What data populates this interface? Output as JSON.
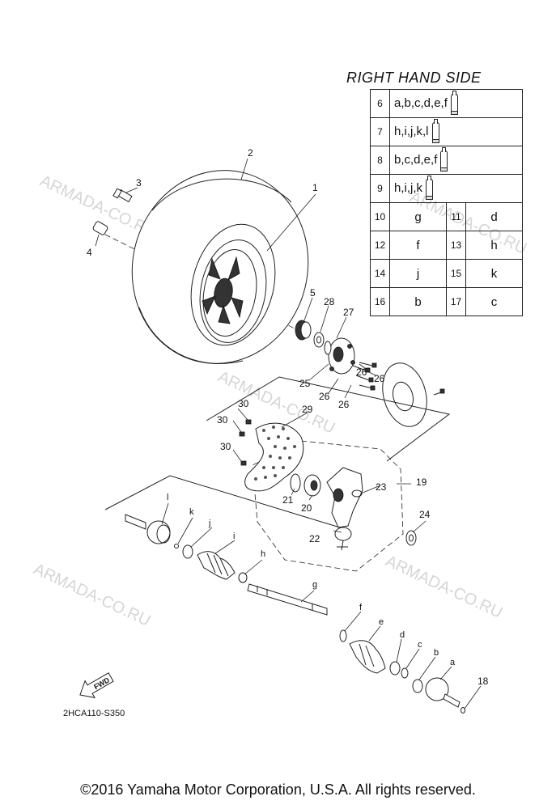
{
  "legend": {
    "title": "RIGHT HAND SIDE",
    "rows": [
      {
        "num": "6",
        "value": "a,b,c,d,e,f",
        "icon": "grease-tube-icon"
      },
      {
        "num": "7",
        "value": "h,i,j,k,l",
        "icon": "grease-tube-icon"
      },
      {
        "num": "8",
        "value": "b,c,d,e,f",
        "icon": "grease-tube-icon"
      },
      {
        "num": "9",
        "value": "h,i,j,k",
        "icon": "grease-tube-icon"
      }
    ],
    "pairs": [
      {
        "n1": "10",
        "v1": "g",
        "n2": "11",
        "v2": "d"
      },
      {
        "n1": "12",
        "v1": "f",
        "n2": "13",
        "v2": "h"
      },
      {
        "n1": "14",
        "v1": "j",
        "n2": "15",
        "v2": "k"
      },
      {
        "n1": "16",
        "v1": "b",
        "n2": "17",
        "v2": "c"
      }
    ]
  },
  "callouts": {
    "c1": "1",
    "c2": "2",
    "c3": "3",
    "c4": "4",
    "c5": "5",
    "c18": "18",
    "c19": "19",
    "c20": "20",
    "c21": "21",
    "c22": "22",
    "c23": "23",
    "c24": "24",
    "c25": "25",
    "c26a": "26",
    "c26b": "26",
    "c26c": "26",
    "c26d": "26",
    "c27": "27",
    "c28": "28",
    "c29": "29",
    "c30a": "30",
    "c30b": "30",
    "c30c": "30"
  },
  "letters": {
    "a": "a",
    "b": "b",
    "c": "c",
    "d": "d",
    "e": "e",
    "f": "f",
    "g": "g",
    "h": "h",
    "i": "i",
    "j": "j",
    "k": "k",
    "l": "l"
  },
  "fwd_label": "FWD",
  "ref_code": "2HCA110-S350",
  "watermark": "ARMADA-CO.RU",
  "copyright": "©2016 Yamaha Motor Corporation, U.S.A. All rights reserved."
}
